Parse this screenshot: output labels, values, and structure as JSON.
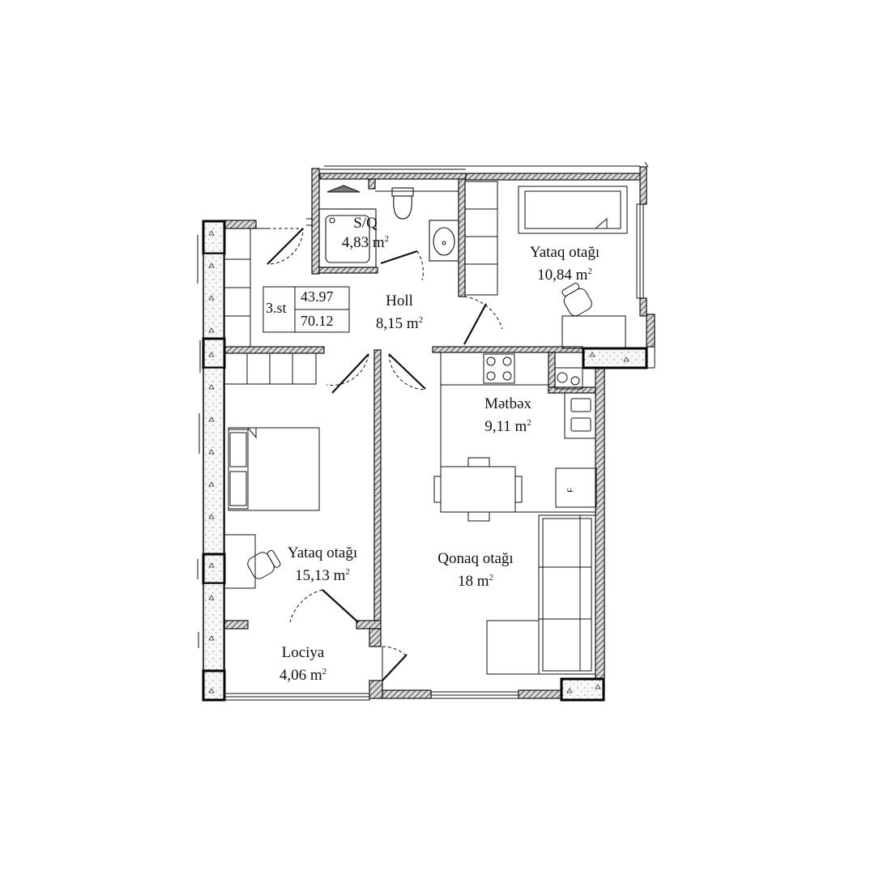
{
  "plan": {
    "apartment_code": {
      "label": "3.st",
      "area_living": "43.97",
      "area_total": "70.12"
    },
    "units": {
      "sq": "m",
      "exp": "2"
    },
    "rooms": [
      {
        "id": "bath",
        "name": "S/Q",
        "area": "4,83"
      },
      {
        "id": "bed_top",
        "name": "Yataq otağı",
        "area": "10,84"
      },
      {
        "id": "hall",
        "name": "Holl",
        "area": "8,15"
      },
      {
        "id": "kitchen",
        "name": "Mətbəx",
        "area": "9,11"
      },
      {
        "id": "bed_left",
        "name": "Yataq otağı",
        "area": "15,13"
      },
      {
        "id": "living",
        "name": "Qonaq otağı",
        "area": "18"
      },
      {
        "id": "loggia",
        "name": "Lociya",
        "area": "4,06"
      }
    ],
    "fridge_mark": "F",
    "colors": {
      "line": "#111111",
      "wall_fill": "#8a8a8a",
      "slab_fill": "#f4f4f4"
    }
  }
}
